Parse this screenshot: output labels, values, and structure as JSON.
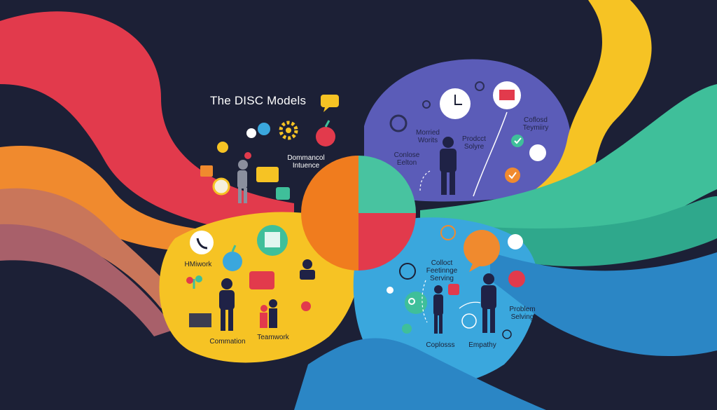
{
  "title": "The DISC Models",
  "quadrants": {
    "top_left": {
      "labels": [
        "Dommancol\nIntuence"
      ]
    },
    "top_right": {
      "labels": [
        "Morried\nWorits",
        "Prodcct\nSolyre",
        "Coflosd\nTeymiiry",
        "Conlose\nEelton"
      ]
    },
    "bottom_left": {
      "labels": [
        "HMiwork",
        "Commation",
        "Teamwork"
      ]
    },
    "bottom_right": {
      "labels": [
        "Colloct\nFeetinnge\nServing",
        "Problem\nSelving",
        "Coplosss",
        "Empathy"
      ]
    }
  },
  "colors": {
    "background": "#1c2036",
    "red": "#e23a4c",
    "orange": "#f08a2e",
    "yellow": "#f6c324",
    "green": "#3fbf9a",
    "blue": "#3aa7dd",
    "purple": "#5b5cb8"
  },
  "icons": [
    "speech-bubble-icon",
    "gear-icon",
    "apple-icon",
    "clock-icon",
    "certificate-icon",
    "check-icon",
    "phone-icon",
    "chat-icon",
    "home-icon",
    "key-icon",
    "person-silhouette-icon"
  ]
}
